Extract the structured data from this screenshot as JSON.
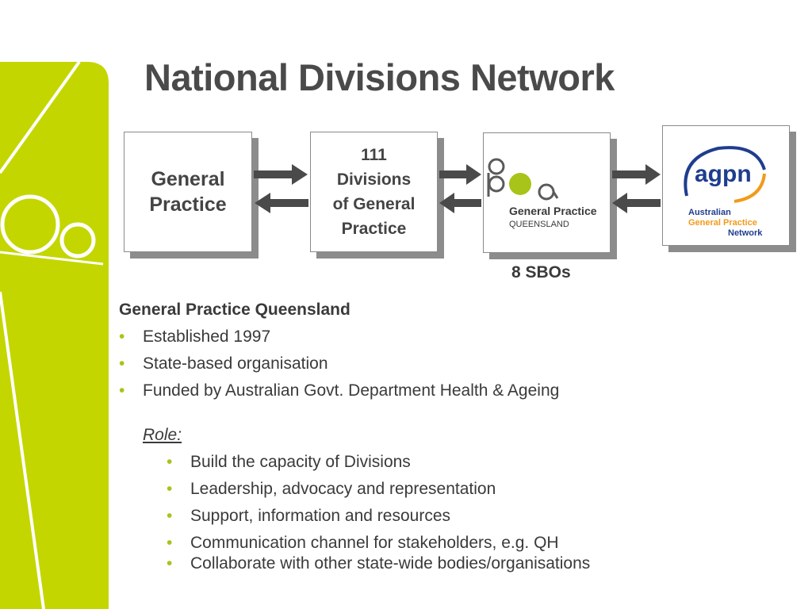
{
  "slide": {
    "title": "National Divisions Network"
  },
  "diagram": {
    "box_general_practice": "General Practice",
    "box_divisions_line1": "111",
    "box_divisions_line2": "Divisions",
    "box_divisions_line3": "of General",
    "box_divisions_line4": "Practice",
    "gpq_logo_line1": "General Practice",
    "gpq_logo_line2": "QUEENSLAND",
    "agpn_logo_mark": "agpn",
    "agpn_logo_line1": "Australian",
    "agpn_logo_line2": "General Practice",
    "agpn_logo_line3": "Network",
    "sbo_label": "8 SBOs"
  },
  "content": {
    "heading": "General Practice Queensland",
    "bullets": [
      "Established 1997",
      "State-based organisation",
      "Funded by Australian Govt. Department Health & Ageing"
    ],
    "role_label": "Role:",
    "role_bullets": [
      "Build the capacity of Divisions",
      "Leadership, advocacy and representation",
      "Support, information and resources",
      "Communication channel for stakeholders, e.g. QH",
      "Collaborate with other state-wide bodies/organisations"
    ]
  },
  "colors": {
    "accent_green": "#c3d600",
    "bullet_green": "#a8c41a",
    "agpn_blue": "#1f3d8f",
    "agpn_orange": "#f29a1a",
    "arrow_gray": "#4a4a4a"
  }
}
